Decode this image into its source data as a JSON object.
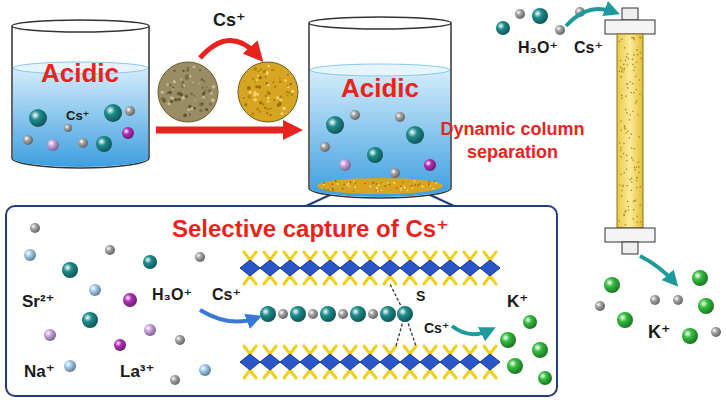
{
  "diagram": {
    "nodes": [
      {
        "text": [
          "Acidic",
          "Cs⁺"
        ]
      },
      {
        "text": [
          "Acidic"
        ]
      },
      {
        "text": [
          "Selective capture of Cs⁺",
          "Sr²⁺",
          "H₃O⁺",
          "Cs⁺",
          "Na⁺",
          "La³⁺",
          "S",
          "Cs⁺",
          "K⁺"
        ]
      }
    ],
    "edges": [
      {
        "from": 0,
        "to": 1,
        "arrow": "to"
      }
    ],
    "labels": [
      "Cs⁺",
      "H₃O⁺",
      "Cs⁺",
      "Dynamic column separation",
      "K⁺"
    ]
  }
}
